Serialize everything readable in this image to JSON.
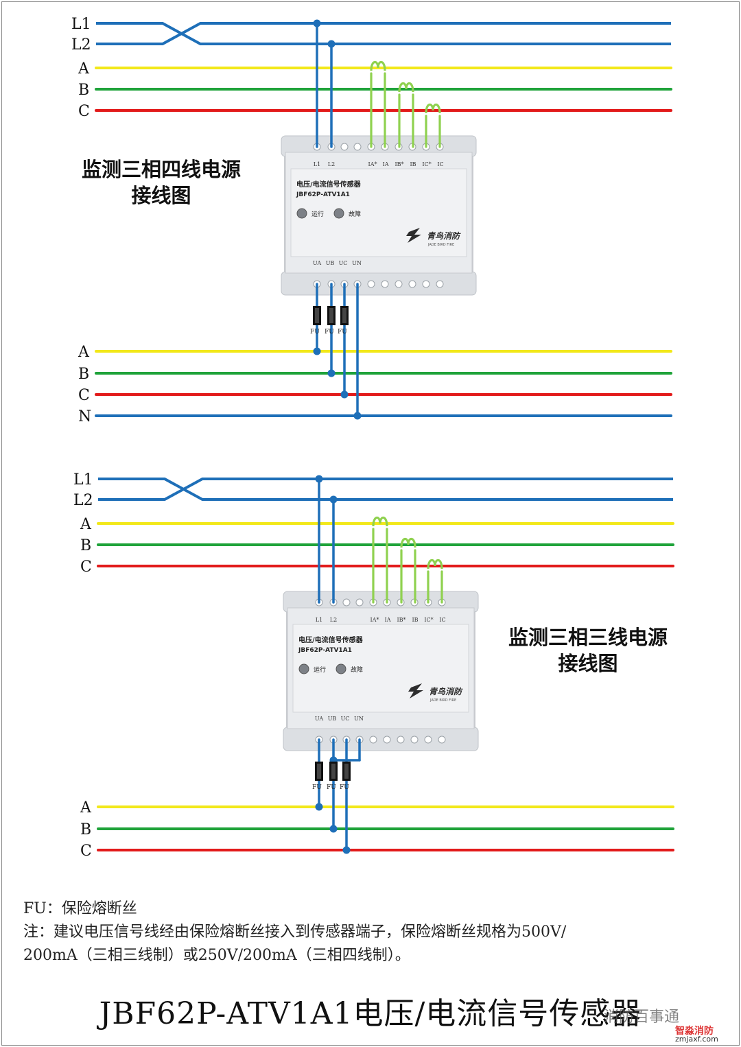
{
  "diagram4": {
    "title_line1": "监测三相四线电源",
    "title_line2": "接线图",
    "ctrl_labels": [
      "L1",
      "L2"
    ],
    "phase_labels_top": [
      "A",
      "B",
      "C"
    ],
    "phase_labels_bottom": [
      "A",
      "B",
      "C",
      "N"
    ]
  },
  "diagram3": {
    "title_line1": "监测三相三线电源",
    "title_line2": "接线图",
    "ctrl_labels": [
      "L1",
      "L2"
    ],
    "phase_labels_top": [
      "A",
      "B",
      "C"
    ],
    "phase_labels_bottom": [
      "A",
      "B",
      "C"
    ]
  },
  "device": {
    "name": "电压/电流信号传感器",
    "model": "JBF62P-ATV1A1",
    "led_run": "运行",
    "led_fault": "故障",
    "brand_cn": "青鸟消防",
    "brand_en": "JADE BIRD FIRE",
    "top_terminals": [
      "L1",
      "L2",
      "IA*",
      "IA",
      "IB*",
      "IB",
      "IC*",
      "IC"
    ],
    "bottom_terminals": [
      "UA",
      "UB",
      "UC",
      "UN"
    ]
  },
  "fuse_label": "FU",
  "notes": {
    "line1": "FU：保险熔断丝",
    "line2": "注：建议电压信号线经由保险熔断丝接入到传感器端子，保险熔断丝规格为500V/",
    "line3": "200mA（三相三线制）或250V/200mA（三相四线制）。"
  },
  "bottom_title": "JBF62P-ATV1A1电压/电流信号传感器",
  "watermark": {
    "text1": "消防百事通",
    "text2": "智淼消防",
    "text3": "zmjaxf.com"
  },
  "colors": {
    "blue": "#1e6fb8",
    "yellow": "#f2e81a",
    "green": "#1fa33a",
    "red": "#e21a1a",
    "light_green": "#8fd14f"
  }
}
